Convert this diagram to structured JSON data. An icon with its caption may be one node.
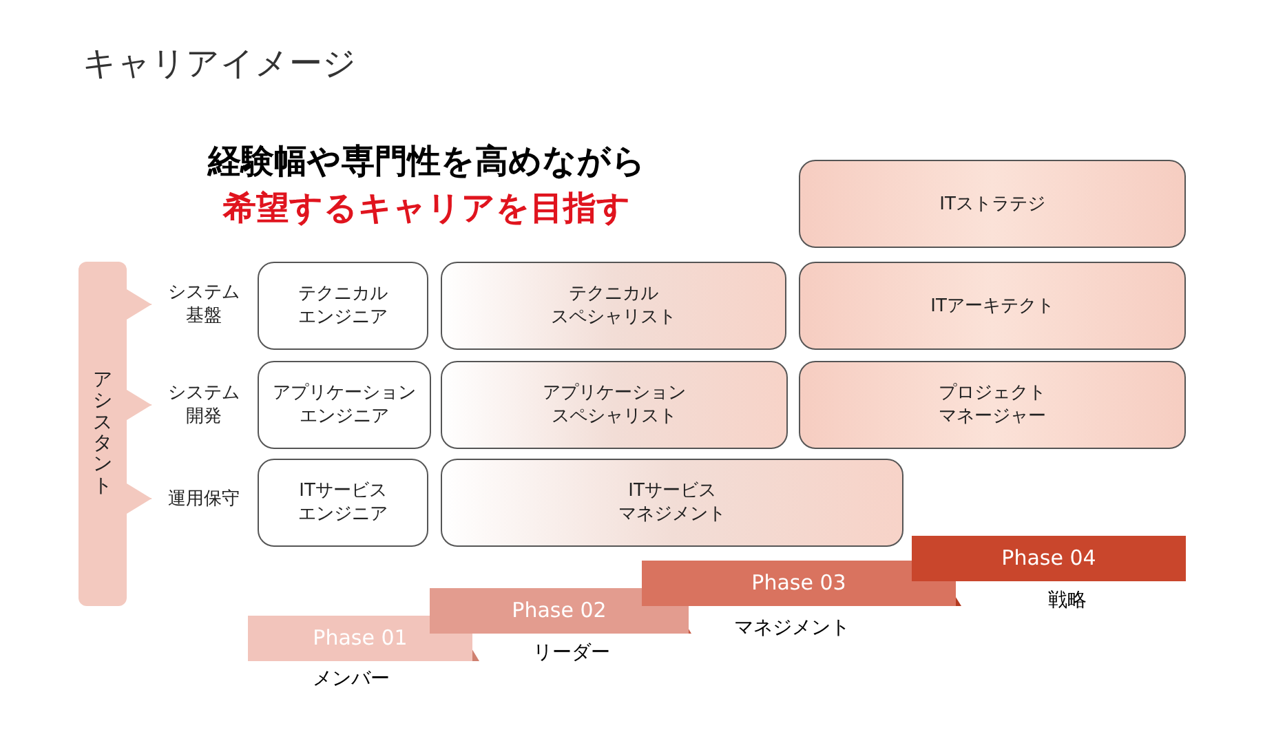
{
  "diagram": {
    "title": "キャリアイメージ",
    "nodes": [
      {
        "text": [
          "アシスタント"
        ]
      },
      {
        "text": [
          "システム基盤"
        ]
      },
      {
        "text": [
          "システム開発"
        ]
      },
      {
        "text": [
          "運用保守"
        ]
      },
      {
        "text": [
          "ITストラテジ"
        ]
      },
      {
        "text": [
          "テクニカルエンジニア"
        ]
      },
      {
        "text": [
          "テクニカルスペシャリスト"
        ]
      },
      {
        "text": [
          "ITアーキテクト"
        ]
      },
      {
        "text": [
          "アプリケーションエンジニア"
        ]
      },
      {
        "text": [
          "アプリケーションスペシャリスト"
        ]
      },
      {
        "text": [
          "プロジェクトマネージャー"
        ]
      },
      {
        "text": [
          "ITサービスエンジニア"
        ]
      },
      {
        "text": [
          "ITサービスマネジメント"
        ]
      },
      {
        "text": [
          "Phase 01"
        ],
        "beside": [
          "メンバー"
        ]
      },
      {
        "text": [
          "Phase 02"
        ],
        "beside": [
          "リーダー"
        ]
      },
      {
        "text": [
          "Phase 03"
        ],
        "beside": [
          "マネジメント"
        ]
      },
      {
        "text": [
          "Phase 04"
        ],
        "beside": [
          "戦略"
        ]
      }
    ],
    "edges": [
      {
        "from": 0,
        "to": 1,
        "arrow": "to"
      },
      {
        "from": 0,
        "to": 2,
        "arrow": "to"
      },
      {
        "from": 0,
        "to": 3,
        "arrow": "to"
      }
    ],
    "labels": [
      "経験幅や専門性を高めながら",
      "希望するキャリアを目指す"
    ]
  }
}
